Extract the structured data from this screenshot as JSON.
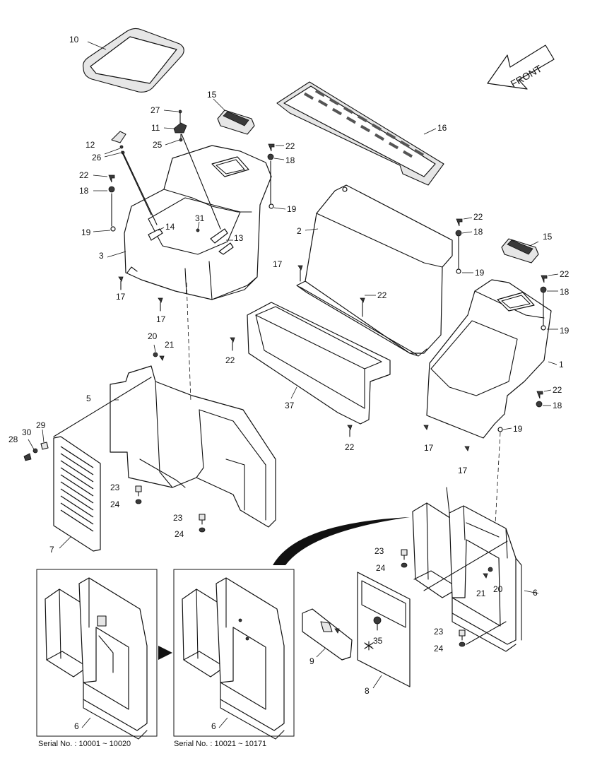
{
  "front_indicator": {
    "label": "FRONT"
  },
  "callouts": [
    {
      "id": "c10",
      "text": "10"
    },
    {
      "id": "c15a",
      "text": "15"
    },
    {
      "id": "c16",
      "text": "16"
    },
    {
      "id": "c27",
      "text": "27"
    },
    {
      "id": "c11",
      "text": "11"
    },
    {
      "id": "c25",
      "text": "25"
    },
    {
      "id": "c12",
      "text": "12"
    },
    {
      "id": "c26",
      "text": "26"
    },
    {
      "id": "c22a",
      "text": "22"
    },
    {
      "id": "c18a",
      "text": "18"
    },
    {
      "id": "c22b",
      "text": "22"
    },
    {
      "id": "c18b",
      "text": "18"
    },
    {
      "id": "c19a",
      "text": "19"
    },
    {
      "id": "c19b",
      "text": "19"
    },
    {
      "id": "c14",
      "text": "14"
    },
    {
      "id": "c31",
      "text": "31"
    },
    {
      "id": "c13",
      "text": "13"
    },
    {
      "id": "c3",
      "text": "3"
    },
    {
      "id": "c17a",
      "text": "17"
    },
    {
      "id": "c17b",
      "text": "17"
    },
    {
      "id": "c2",
      "text": "2"
    },
    {
      "id": "c22c",
      "text": "22"
    },
    {
      "id": "c18c",
      "text": "18"
    },
    {
      "id": "c15b",
      "text": "15"
    },
    {
      "id": "c19c",
      "text": "19"
    },
    {
      "id": "c17c",
      "text": "17"
    },
    {
      "id": "c22d",
      "text": "22"
    },
    {
      "id": "c22e",
      "text": "22"
    },
    {
      "id": "c18d",
      "text": "18"
    },
    {
      "id": "c19d",
      "text": "19"
    },
    {
      "id": "c1",
      "text": "1"
    },
    {
      "id": "c20a",
      "text": "20"
    },
    {
      "id": "c21a",
      "text": "21"
    },
    {
      "id": "c22f",
      "text": "22"
    },
    {
      "id": "c5",
      "text": "5"
    },
    {
      "id": "c37",
      "text": "37"
    },
    {
      "id": "c22g",
      "text": "22"
    },
    {
      "id": "c18e",
      "text": "18"
    },
    {
      "id": "c22h",
      "text": "22"
    },
    {
      "id": "c17d",
      "text": "17"
    },
    {
      "id": "c19e",
      "text": "19"
    },
    {
      "id": "c17e",
      "text": "17"
    },
    {
      "id": "c28",
      "text": "28"
    },
    {
      "id": "c30",
      "text": "30"
    },
    {
      "id": "c29",
      "text": "29"
    },
    {
      "id": "c23a",
      "text": "23"
    },
    {
      "id": "c24a",
      "text": "24"
    },
    {
      "id": "c23b",
      "text": "23"
    },
    {
      "id": "c24b",
      "text": "24"
    },
    {
      "id": "c7",
      "text": "7"
    },
    {
      "id": "c23c",
      "text": "23"
    },
    {
      "id": "c24c",
      "text": "24"
    },
    {
      "id": "c21b",
      "text": "21"
    },
    {
      "id": "c20b",
      "text": "20"
    },
    {
      "id": "c6a",
      "text": "6"
    },
    {
      "id": "c35",
      "text": "35"
    },
    {
      "id": "c23d",
      "text": "23"
    },
    {
      "id": "c24d",
      "text": "24"
    },
    {
      "id": "c9",
      "text": "9"
    },
    {
      "id": "c8",
      "text": "8"
    },
    {
      "id": "c6b",
      "text": "6"
    },
    {
      "id": "c6c",
      "text": "6"
    }
  ],
  "serials": [
    {
      "text": "Serial No. : 10001 ~ 10020"
    },
    {
      "text": "Serial No. : 10021 ~ 10171"
    }
  ]
}
